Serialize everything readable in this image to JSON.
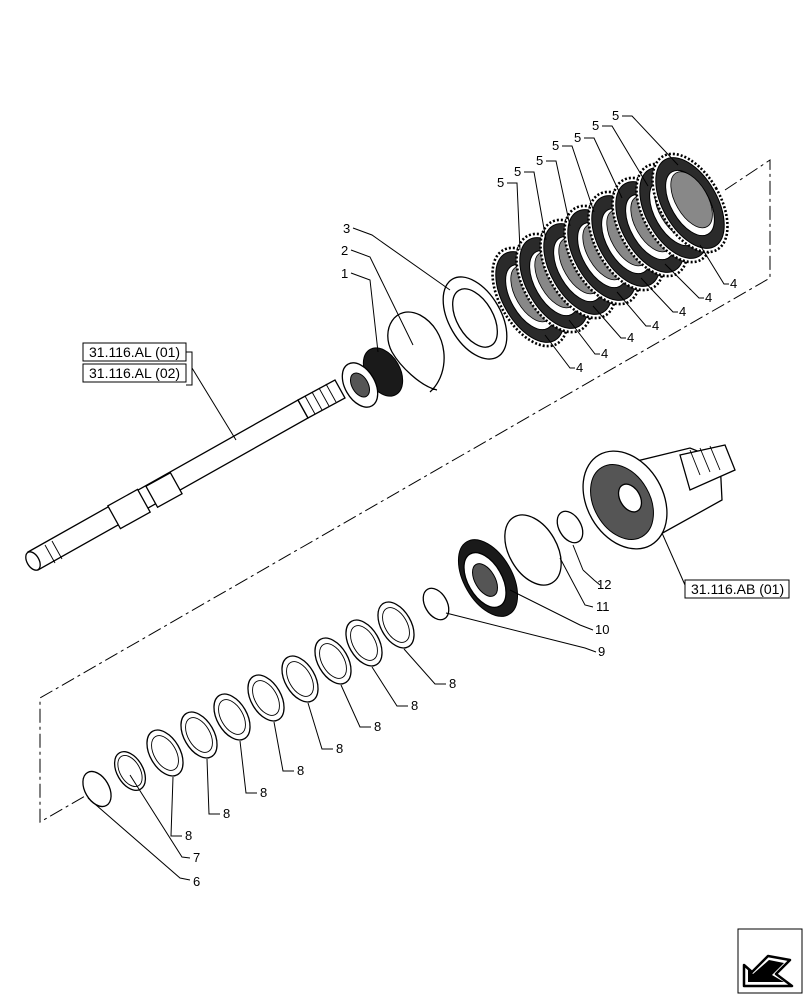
{
  "references": {
    "shaft_ref_1": "31.116.AL (01)",
    "shaft_ref_2": "31.116.AL (02)",
    "housing_ref": "31.116.AB (01)"
  },
  "callouts": {
    "c1": "1",
    "c2": "2",
    "c3": "3",
    "c4": "4",
    "c5": "5",
    "c6": "6",
    "c7": "7",
    "c8": "8",
    "c9": "9",
    "c10": "10",
    "c11": "11",
    "c12": "12"
  },
  "colors": {
    "line": "#000000",
    "background": "#ffffff",
    "fill_dark": "#1a1a1a"
  },
  "icons": {
    "corner": "next-page-arrow-icon"
  }
}
